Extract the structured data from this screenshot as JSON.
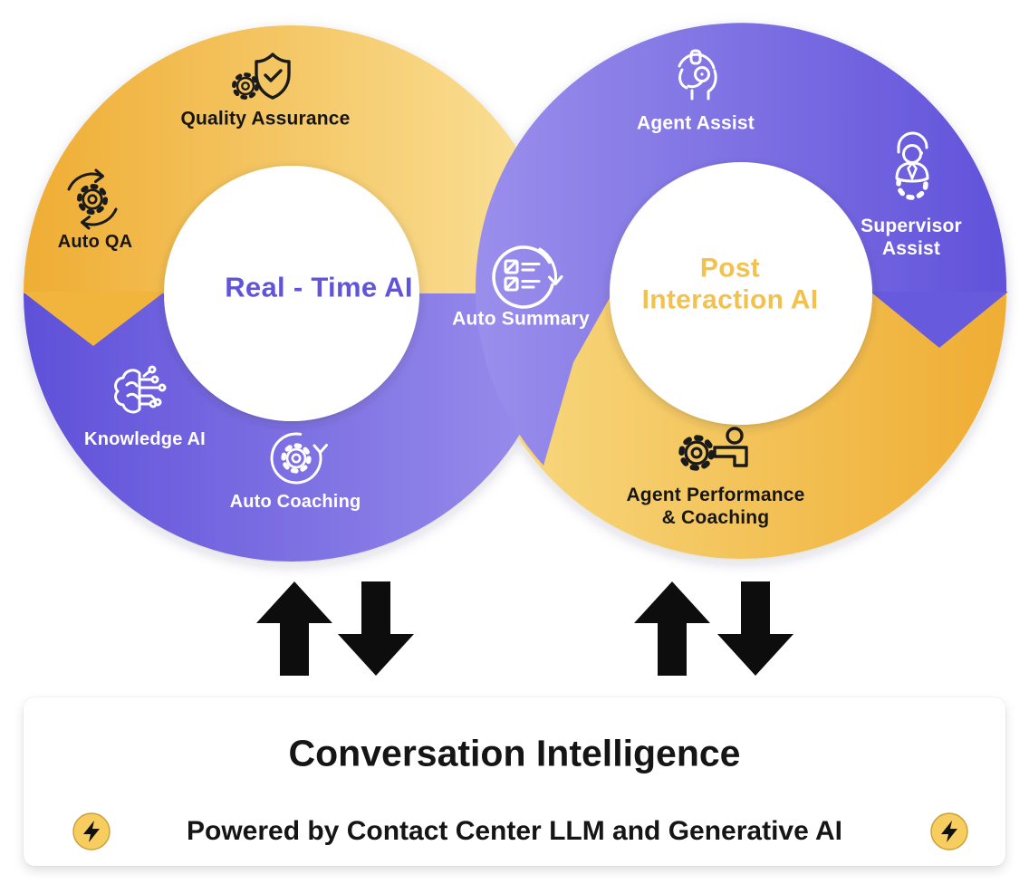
{
  "colors": {
    "yellow-dark": "#EFAD33",
    "yellow-light": "#FAE29B",
    "purple-dark": "#6152DA",
    "purple-light": "#9A8FEC",
    "left-title-color": "#6055D8",
    "right-title-color": "#F2C14E",
    "dark-label": "#161616",
    "light-label": "#FFFFFF",
    "arrow-color": "#0D0D0D",
    "bolt-fill": "#F6CD5E",
    "bolt-border": "#C9A23E",
    "banner-bg": "#FFFFFF"
  },
  "left_ring": {
    "title": "Real - Time AI",
    "items": [
      {
        "label": "Quality Assurance",
        "icon": "gear-shield-check-icon"
      },
      {
        "label": "Auto QA",
        "icon": "gear-refresh-icon"
      },
      {
        "label": "Knowledge AI",
        "icon": "brain-circuit-icon"
      },
      {
        "label": "Auto Coaching",
        "icon": "gear-cycle-arrow-icon"
      }
    ]
  },
  "center_link": {
    "label": "Auto Summary",
    "icon": "checklist-refresh-icon"
  },
  "right_ring": {
    "title_line1": "Post",
    "title_line2": "Interaction AI",
    "items": [
      {
        "label": "Agent Assist",
        "icon": "headset-agent-icon"
      },
      {
        "label_line1": "Supervisor",
        "label_line2": "Assist",
        "icon": "supervisor-gear-icon"
      },
      {
        "label_line1": "Agent Performance",
        "label_line2": "& Coaching",
        "icon": "gear-person-icon"
      }
    ]
  },
  "flow_arrows": {
    "pairs": 2,
    "icon": "up-down-block-arrows"
  },
  "banner": {
    "title": "Conversation Intelligence",
    "subtitle": "Powered by Contact Center LLM and Generative AI",
    "icon": "lightning-bolt-icon"
  }
}
